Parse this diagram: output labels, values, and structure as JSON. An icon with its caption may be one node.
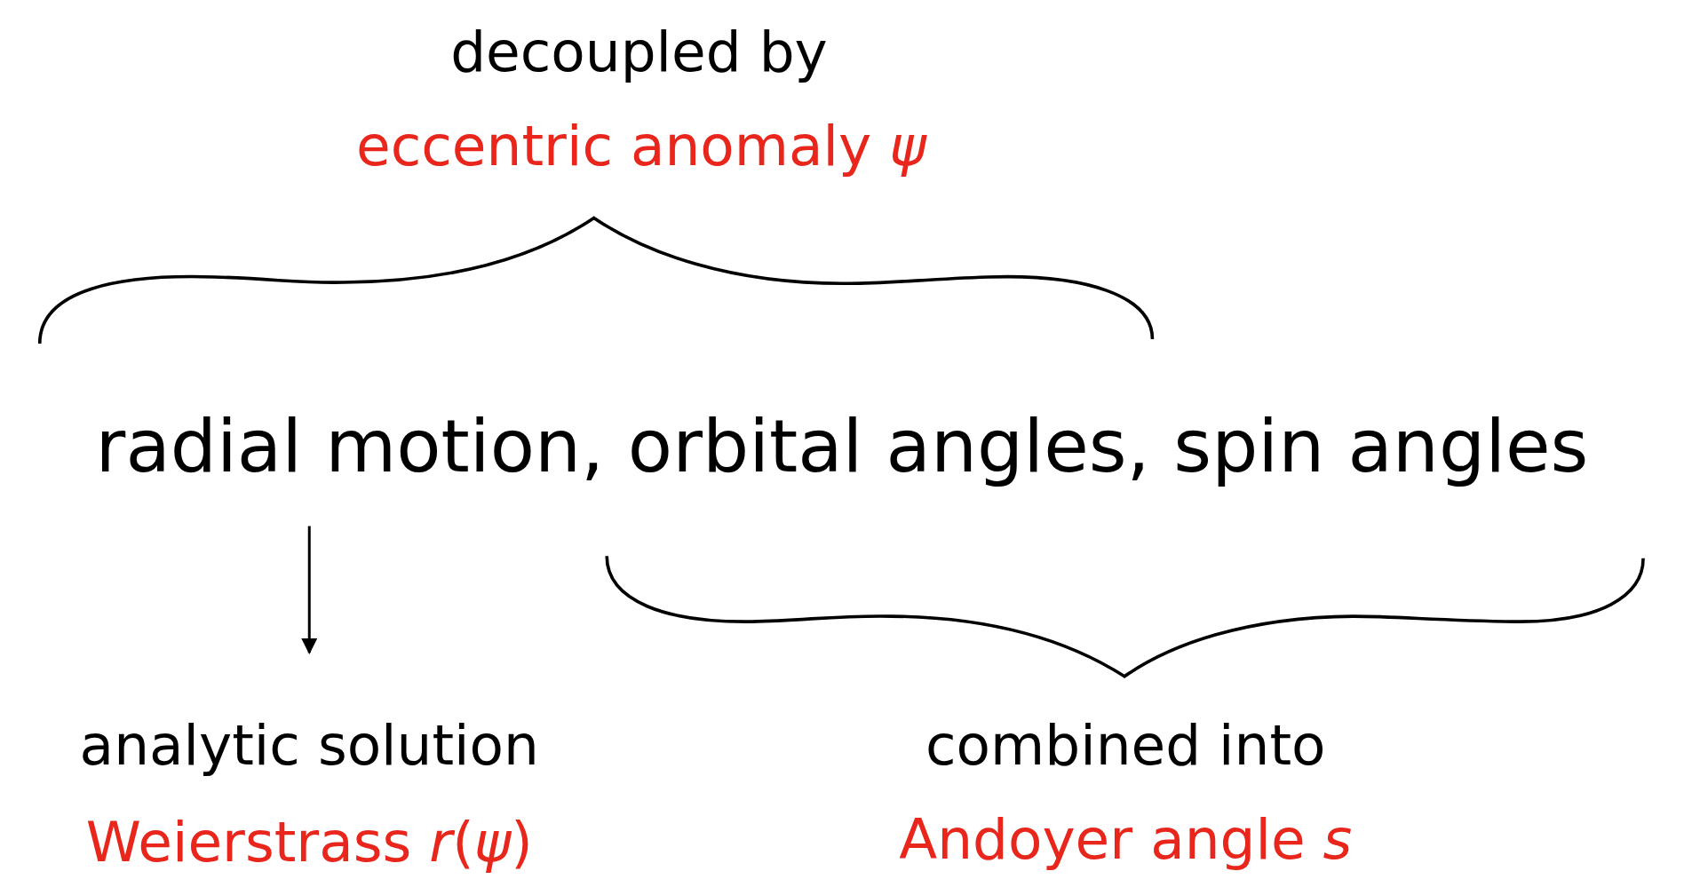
{
  "diagram": {
    "nodes": [
      {
        "text": [
          "radial motion,"
        ]
      },
      {
        "text": [
          "orbital angles,"
        ]
      },
      {
        "text": [
          "spin angles"
        ]
      },
      {
        "text": [
          "analytic solution",
          "Weierstrass *r*(*ψ*)"
        ]
      }
    ],
    "edges": [
      {
        "from": 0,
        "to": 3,
        "arrow": "to"
      }
    ],
    "labels": [
      "decoupled by",
      "eccentric anomaly *ψ*",
      "combined into",
      "Andoyer angle *s*"
    ]
  }
}
